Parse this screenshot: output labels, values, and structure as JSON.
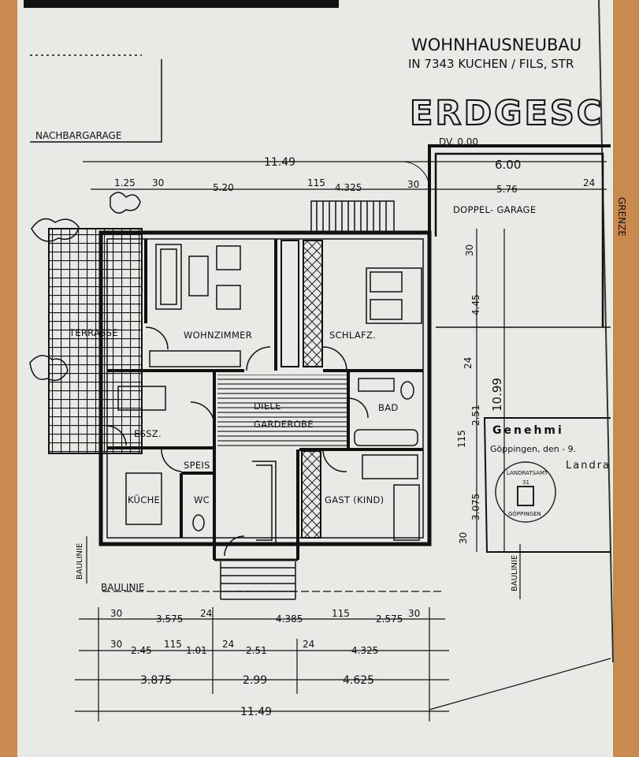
{
  "title": {
    "project": "WOHNHAUSNEUBAU",
    "location": "IN 7343 KUCHEN / FILS, STR",
    "floor": "ERDGESC"
  },
  "labels": {
    "neighbor_garage": "NACHBARGARAGE",
    "dv": "DV. 0.00",
    "garage": "DOPPEL- GARAGE",
    "border": "GRENZE",
    "baulinie_left": "BAULINIE",
    "baulinie_bottom": "BAULINIE",
    "baulinie_right": "BAULINIE"
  },
  "rooms": {
    "terrasse": "TERRASSE",
    "wohnzimmer": "WOHNZIMMER",
    "schlafzimmer": "SCHLAFZ.",
    "diele": "DIELE",
    "garderobe": "GARDEROBE",
    "bad": "BAD",
    "esszimmer": "ESSZ.",
    "speis": "SPEIS",
    "kueche": "KÜCHE",
    "wc": "WC",
    "gast": "GAST (KIND)"
  },
  "dimensions": {
    "top_total": "11.49",
    "top_garage": "6.00",
    "top_row": [
      "1.25",
      "30",
      "5.20",
      "115",
      "4.325",
      "30",
      "5.76",
      "24"
    ],
    "right_col": [
      "30",
      "4.45",
      "24",
      "2.51",
      "115",
      "3.075",
      "30"
    ],
    "right_total": "10.99",
    "bottom_row1": [
      "30",
      "3.575",
      "24",
      "4.385",
      "115",
      "2.575",
      "30"
    ],
    "bottom_row2": [
      "30",
      "2.45",
      "115",
      "1.01",
      "24",
      "2.51",
      "24",
      "4.325"
    ],
    "bottom_row3": [
      "3.875",
      "2.99",
      "4.625"
    ],
    "bottom_total": "11.49"
  },
  "approval": {
    "heading": "Genehmi",
    "place_date": "Göppingen, den   - 9.",
    "authority": "Landra",
    "stamp_top": "LANDRATSAMT",
    "stamp_number": "31",
    "stamp_bottom": "GÖPPINGEN"
  }
}
